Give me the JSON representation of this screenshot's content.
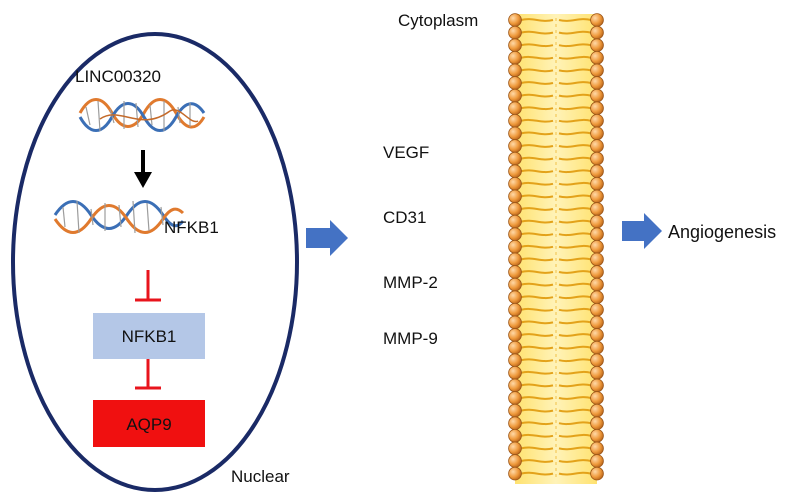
{
  "labels": {
    "lncrna": "LINC00320",
    "nfkb1_protein": "NFKB1",
    "nfkb1_gene": "NFKB1",
    "aqp9": "AQP9",
    "nucleus": "Nuclear",
    "cytoplasm": "Cytoplasm",
    "targets": [
      "VEGF",
      "CD31",
      "MMP-2",
      "MMP-9"
    ],
    "outcome": "Angiogenesis"
  },
  "colors": {
    "nucleus_outline": "#1a2a66",
    "inhibition": "#e8141c",
    "nfkb1_box": "#b4c7e7",
    "aqp9_box": "#f01010",
    "arrow_blue": "#4472c4",
    "membrane_head": "#ef9a3c",
    "membrane_core": "#ffe98a"
  },
  "icons": [
    "rna-helix-icon",
    "protein-helix-icon"
  ]
}
